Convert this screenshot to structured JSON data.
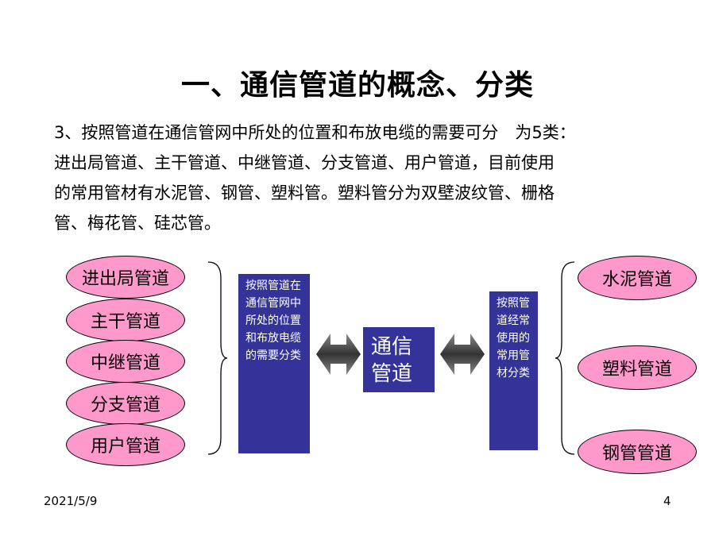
{
  "title": "一、通信管道的概念、分类",
  "paragraph": [
    "3、按照管道在通信管网中所处的位置和布放电缆的需要可分　为5类：",
    "进出局管道、主干管道、中继管道、分支管道、用户管道，目前使用",
    "的常用管材有水泥管、钢管、塑料管。塑料管分为双壁波纹管、栅格",
    "管、梅花管、硅芯管。"
  ],
  "left_ovals": [
    "进出局管道",
    "主干管道",
    "中继管道",
    "分支管道",
    "用户管道"
  ],
  "left_box": "按照管道在通信管网中所处的位置和布放电缆的需要分类",
  "center_box": "通信管道",
  "right_box": "按照管道经常使用的常用管材分类",
  "right_ovals": [
    "水泥管道",
    "塑料管道",
    "钢管管道"
  ],
  "footer": {
    "date": "2021/5/9",
    "page": "4"
  },
  "colors": {
    "oval_fill": "#ff99cc",
    "box_fill": "#333399",
    "arrow": "#555555"
  }
}
